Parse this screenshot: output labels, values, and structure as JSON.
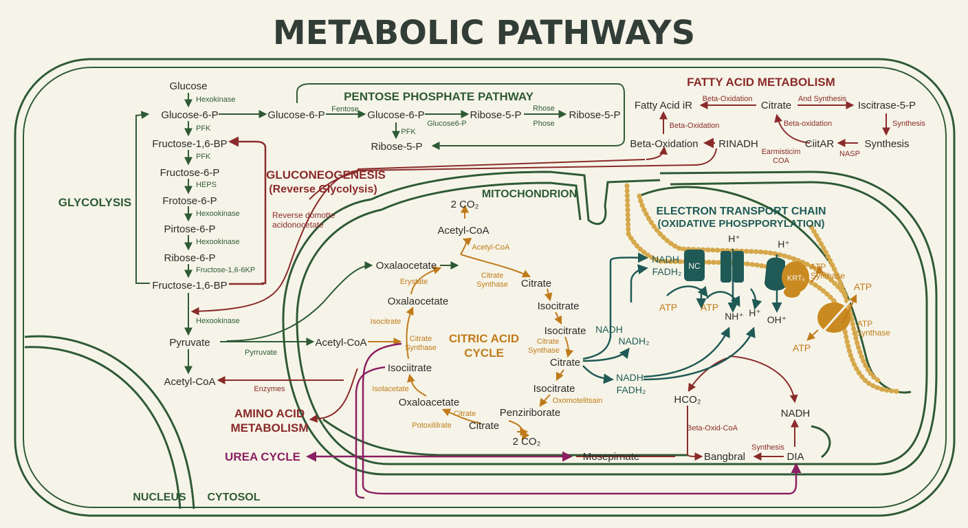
{
  "title": "METABOLIC PATHWAYS",
  "colors": {
    "background": "#f6f4e8",
    "green": "#2e5a35",
    "maroon": "#8a2a2a",
    "orange": "#c07a1a",
    "teal": "#1f5a57",
    "purple": "#8a1f62",
    "dark": "#2a2a2a"
  },
  "sections": {
    "glycolysis": "GLYCOLYSIS",
    "pentose": "PENTOSE PHOSPHATE PATHWAY",
    "fatty_acid": "FATTY ACID METABOLISM",
    "gluconeogenesis": "GLUCONEOGENESIS",
    "gluconeogenesis_sub": "(Reverse Glycolysis)",
    "mitochondrion": "MITOCHONDRION",
    "etc": "ELECTRON TRANSPORT CHAIN",
    "etc_sub": "(OXIDATIVE PHOSPPORYLATION)",
    "citric": "CITRIC ACID",
    "citric2": "CYCLE",
    "amino": "AMINO ACID",
    "amino2": "METABOLISM",
    "urea": "UREA CYCLE",
    "nucleus": "NUCLEUS",
    "cytosol": "CYTOSOL"
  },
  "glycolysis": {
    "nodes": [
      "Glucose",
      "Glucose-6-P",
      "Fructose-1,6-BP",
      "Fructose-6-P",
      "Frotose-6-P",
      "Pirtose-6-P",
      "Ribose-6-P",
      "Fructose-1,6-BP",
      "Pyruvate",
      "Acetyl-CoA"
    ],
    "enzymes": [
      "Hexokinase",
      "PFK",
      "PFK",
      "HEPS",
      "Hexookinase",
      "Hexookinase",
      "Fructose-1,6-6KP",
      "Hexookinase"
    ],
    "pyruvate_enzyme": "Pyrruvate",
    "pyruvate_product": "Acetyl-CoA",
    "acetyl_enzyme": "Enzymes"
  },
  "gluconeogenesis": {
    "label1": "Reverse domotte",
    "label2": "acidonocetate"
  },
  "pentose": {
    "nodes": [
      "Glucose-6-P",
      "Glucose-6-P",
      "Ribose-5-P",
      "Ribose-5-P",
      "Ribose-5-P"
    ],
    "enzymes": [
      "Fentose",
      "Glucose6-P",
      "Rhose",
      "Phose",
      "PFK"
    ]
  },
  "fatty_acid": {
    "nodes": [
      "Fatty Acid iR",
      "Citrate",
      "Iscitrase-5-P",
      "Beta-Oxidation",
      "RINADH",
      "CiitAR",
      "Synthesis"
    ],
    "enzymes": [
      "Beta-Oxidation",
      "And Synthesis",
      "Beta-Oxidation",
      "Beta-oxidation",
      "Synthesis",
      "Earmisticim",
      "COA",
      "NASP"
    ]
  },
  "citric": {
    "nodes": [
      "2 CO₂",
      "Acetyl-CoA",
      "Oxalaocetate",
      "Citrate",
      "Oxalaocetate",
      "Isocitrate",
      "Isocitrate",
      "Isociitrate",
      "Citrate",
      "Isocitrate",
      "Oxaloacetate",
      "Penziriborate",
      "Citrate",
      "2 CO₂",
      "Acetyl-CoA"
    ],
    "enzymes": [
      "Acetyl-CoA",
      "Citrate",
      "Synthase",
      "Erystate",
      "Isocitrate",
      "Citrate",
      "Synthase",
      "Citrate",
      "Synthase",
      "Isolacetate",
      "Oxomotelitsain",
      "Citrate",
      "Potoxitilrate"
    ]
  },
  "etc": {
    "labels": [
      "NADH",
      "FADH₂",
      "NADH",
      "NADH₂",
      "NADH",
      "FADH₂",
      "NC",
      "KRT₅",
      "H⁺",
      "H⁺",
      "NH⁺",
      "H⁺",
      "OH⁺",
      "ATP",
      "ATP",
      "ATP",
      "ATP",
      "ATP",
      "Synthase",
      "ATP",
      "Synthase"
    ]
  },
  "lower": {
    "nodes": [
      "HCO₂",
      "NADH",
      "Mosepirnate",
      "Bangbral",
      "DIA"
    ],
    "enzymes": [
      "Beta-Oxid-CoA",
      "Synthesis"
    ]
  }
}
